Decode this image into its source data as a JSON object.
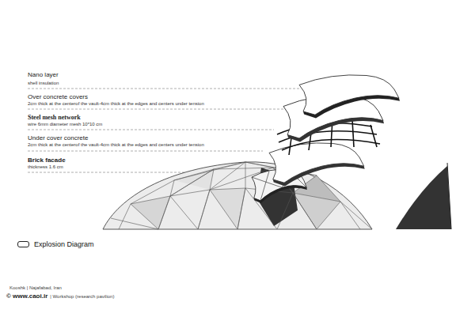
{
  "diagram": {
    "labels": [
      "Nano layer",
      "shell insulation",
      "Over concrete covers",
      "2cm thick at the centerof the vault-4cm thick at the edges and centers under tension",
      "Steel mesh network",
      "wire 6mm diameter mesh 10*10 cm",
      "Under cover concrete",
      "2cm thick at the centerof the vault-4cm thick at the edges and centers under tension",
      "Brick facade",
      "thickness 1.6 cm",
      "Kooshk | Najafabad, Iran",
      "© www.caoi.ir",
      "| Workshop (research pavilion)"
    ],
    "legend": [
      {
        "text": "Explosion Diagram"
      }
    ]
  }
}
